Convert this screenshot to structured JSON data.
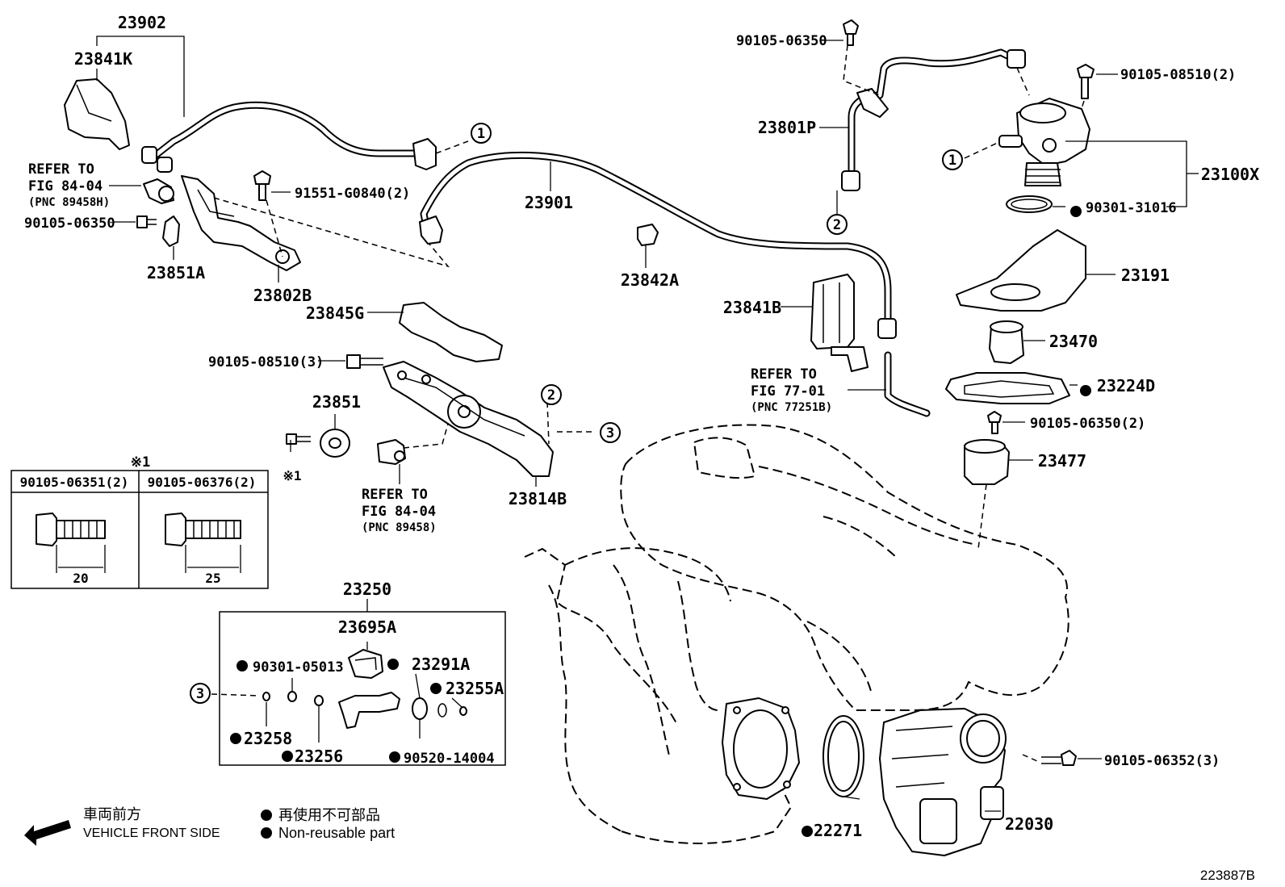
{
  "diagram": {
    "id_code": "223887B",
    "labels": {
      "p23902": "23902",
      "p23841K": "23841K",
      "p23901": "23901",
      "p23851A": "23851A",
      "p23802B": "23802B",
      "p23842A": "23842A",
      "p23845G": "23845G",
      "p23841B": "23841B",
      "p23851": "23851",
      "p23814B": "23814B",
      "p23801P": "23801P",
      "p23100X": "23100X",
      "p23191": "23191",
      "p23470": "23470",
      "p23224D": "23224D",
      "p23477": "23477",
      "p23250": "23250",
      "p23695A": "23695A",
      "p23291A": "23291A",
      "p23255A": "23255A",
      "p23258": "23258",
      "p23256": "23256",
      "p22271": "22271",
      "p22030": "22030",
      "b91551_G0840": "91551-G0840(2)",
      "b90105_06350_a": "90105-06350",
      "b90105_06350_b": "90105-06350",
      "b90105_06350_2": "90105-06350(2)",
      "b90105_08510_3": "90105-08510(3)",
      "b90105_08510_2": "90105-08510(2)",
      "b90301_31016": "90301-31016",
      "b90301_05013": "90301-05013",
      "b90520_14004": "90520-14004",
      "b90105_06352_3": "90105-06352(3)"
    },
    "references": {
      "ref1_l1": "REFER TO",
      "ref1_l2": "FIG 84-04",
      "ref1_pnc": "(PNC 89458H)",
      "ref2_l1": "REFER TO",
      "ref2_l2": "FIG 84-04",
      "ref2_pnc": "(PNC 89458)",
      "ref3_l1": "REFER TO",
      "ref3_l2": "FIG 77-01",
      "ref3_pnc": "(PNC 77251B)"
    },
    "callouts": [
      "1",
      "2",
      "3"
    ],
    "bolt_table": {
      "marker": "※1",
      "marker_small": "※1",
      "col1_part": "90105-06351(2)",
      "col2_part": "90105-06376(2)",
      "col1_len": "20",
      "col2_len": "25"
    },
    "legend": {
      "front_jp": "車両前方",
      "front_en": "VEHICLE FRONT SIDE",
      "nonreuse_jp": "再使用不可部品",
      "nonreuse_en": "Non-reusable part"
    }
  }
}
